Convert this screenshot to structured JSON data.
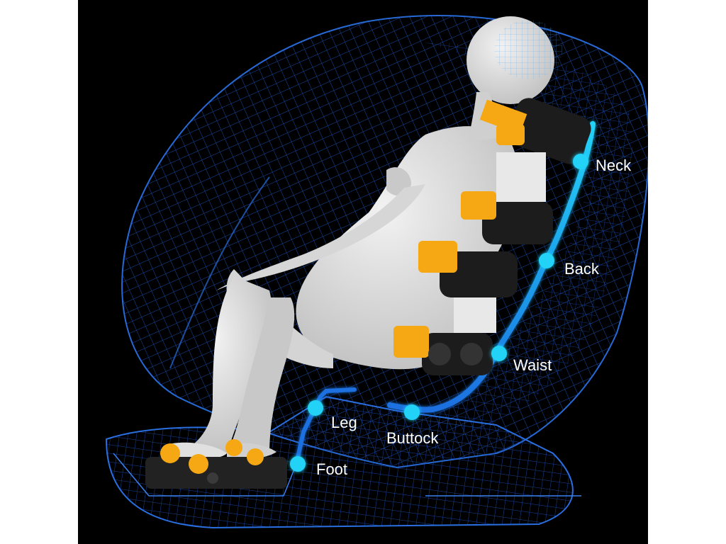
{
  "colors": {
    "background": "#000000",
    "chair_mesh": "#1f5fd6",
    "track_line": "#12b8f0",
    "track_dot": "#22d3f7",
    "roller": "#f5a814",
    "motor": "#1c1c1c",
    "figure": "#d9d9d9",
    "label_text": "#ffffff"
  },
  "labels": {
    "neck": "Neck",
    "back": "Back",
    "waist": "Waist",
    "buttock": "Buttock",
    "leg": "Leg",
    "foot": "Foot"
  }
}
